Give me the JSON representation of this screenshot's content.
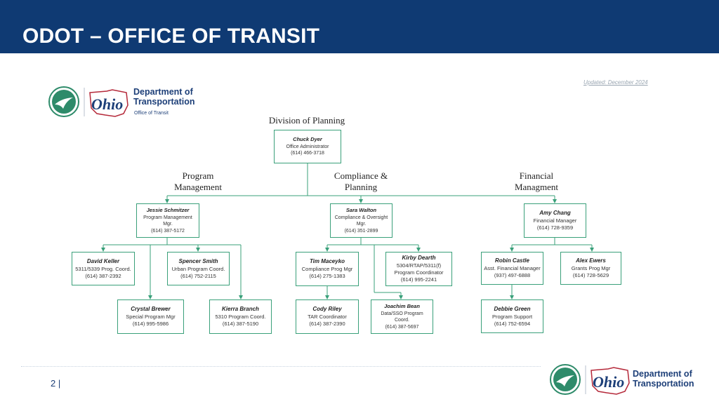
{
  "header": {
    "title": "ODOT – OFFICE OF TRANSIT",
    "updated": "Updated: December 2024"
  },
  "logo_top": {
    "dept_line1": "Department of",
    "dept_line2": "Transportation",
    "office": "Office of Transit",
    "ohio_word": "Ohio"
  },
  "logo_footer": {
    "dept_line1": "Department of",
    "dept_line2": "Transportation",
    "ohio_word": "Ohio"
  },
  "org": {
    "division_title": "Division of Planning",
    "sections": {
      "program": [
        "Program",
        "Management"
      ],
      "compliance": [
        "Compliance &",
        "Planning"
      ],
      "financial": [
        "Financial",
        "Managment"
      ]
    },
    "admin": {
      "name": "Chuck Dyer",
      "title": "Office Administrator",
      "phone": "(614) 466-3718"
    },
    "jessie": {
      "name": "Jessie Schmitzer",
      "title1": "Program Management",
      "title2": "Mgr.",
      "phone": "(614) 387-5172"
    },
    "sara": {
      "name": "Sara Walton",
      "title1": "Compliance & Oversight",
      "title2": "Mgr.",
      "phone": "(614) 351-2899"
    },
    "amy": {
      "name": "Amy Chang",
      "title": "Financial Manager",
      "phone": "(614) 728-9359"
    },
    "david": {
      "name": "David Keller",
      "title": "5311/5339 Prog. Coord.",
      "phone": "(614) 387-2392"
    },
    "spencer": {
      "name": "Spencer Smith",
      "title": "Urban Program Coord.",
      "phone": "(614) 752-2115"
    },
    "crystal": {
      "name": "Crystal Brewer",
      "title": "Special Program Mgr",
      "phone": "(614) 995-5986"
    },
    "kierra": {
      "name": "Kierra Branch",
      "title": "5310 Program Coord.",
      "phone": "(614) 387-5190"
    },
    "tim": {
      "name": "Tim Maceyko",
      "title": "Compliance Prog Mgr",
      "phone": "(614) 275-1383"
    },
    "kirby": {
      "name": "Kirby Dearth",
      "title1": "5304/RTAP/5311(f)",
      "title2": "Program Coordinator",
      "phone": "(614) 995-2241"
    },
    "cody": {
      "name": "Cody Riley",
      "title": "TAR Coordinator",
      "phone": "(614) 387-2390"
    },
    "joachim": {
      "name": "Joachim Bean",
      "title1": "Data/SSO Program",
      "title2": "Coord.",
      "phone": "(614) 387-5697"
    },
    "robin": {
      "name": "Robin Castle",
      "title": "Asst. Financial Manager",
      "phone": "(937) 497-6888"
    },
    "alex": {
      "name": "Alex Ewers",
      "title": "Grants Prog Mgr",
      "phone": "(614) 728-5629"
    },
    "debbie": {
      "name": "Debbie Green",
      "title": "Program Support",
      "phone": "(614) 752-6594"
    }
  },
  "footer": {
    "page": "2 |"
  },
  "colors": {
    "header_bg": "#0f3a73",
    "box_border": "#3aa07a",
    "brand_blue": "#1d3f78",
    "ohio_red": "#b5293a"
  }
}
